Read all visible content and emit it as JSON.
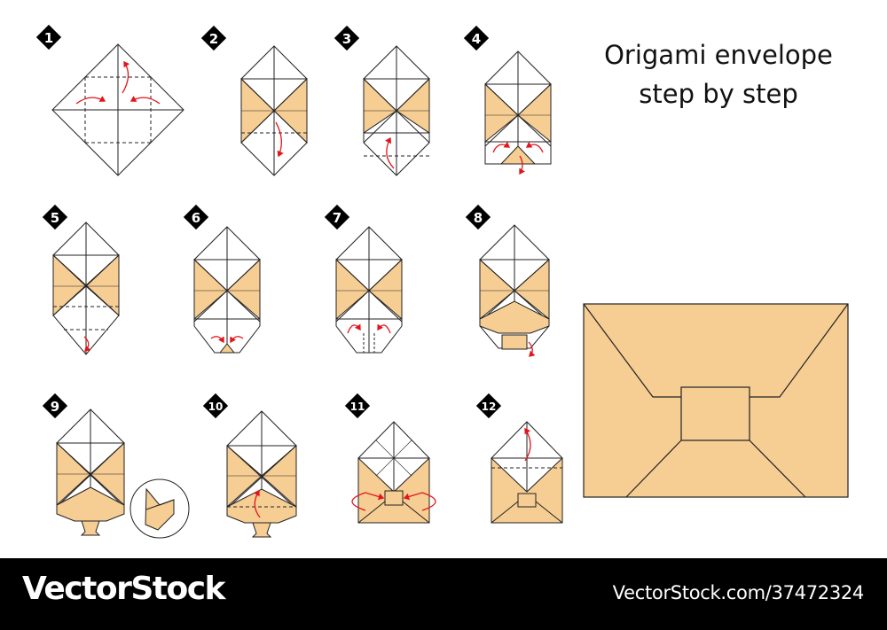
{
  "title": {
    "line1": "Origami envelope",
    "line2": "step by step"
  },
  "steps": [
    {
      "number": "1"
    },
    {
      "number": "2"
    },
    {
      "number": "3"
    },
    {
      "number": "4"
    },
    {
      "number": "5"
    },
    {
      "number": "6"
    },
    {
      "number": "7"
    },
    {
      "number": "8"
    },
    {
      "number": "9"
    },
    {
      "number": "10"
    },
    {
      "number": "11"
    },
    {
      "number": "12"
    }
  ],
  "footer": {
    "brand": "VectorStock",
    "stock_id": "VectorStock.com/37472324"
  },
  "colors": {
    "paper_front": "#ffffff",
    "paper_back": "#f6cd93",
    "arrow": "#e3141b",
    "badge": "#000000"
  }
}
